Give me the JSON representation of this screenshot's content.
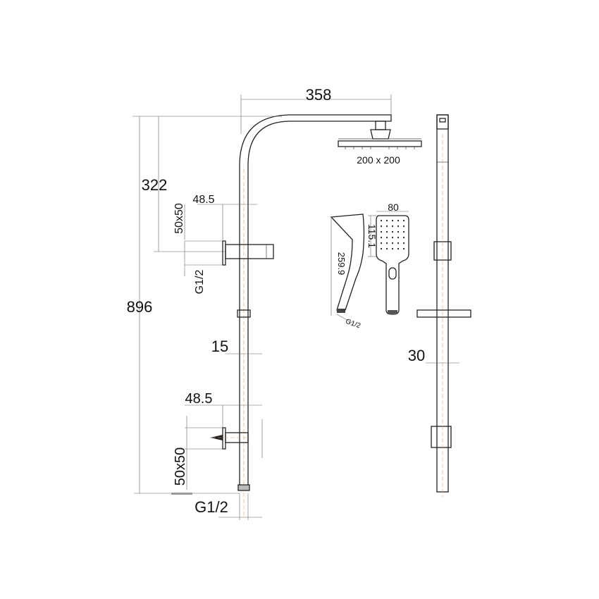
{
  "drawing": {
    "dimensions": {
      "arm_length": "358",
      "head_size": "200 x 200",
      "total_height": "896",
      "upper_height": "322",
      "upper_offset": "48.5",
      "upper_plate": "50x50",
      "upper_thread": "G1/2",
      "rail_diameter": "15",
      "lower_offset": "48.5",
      "lower_plate": "50x50",
      "inlet_thread": "G1/2",
      "side_width": "30",
      "hand_width": "80",
      "hand_head_length": "115.1",
      "hand_length": "259.9",
      "hand_thread": "G1/2"
    }
  }
}
